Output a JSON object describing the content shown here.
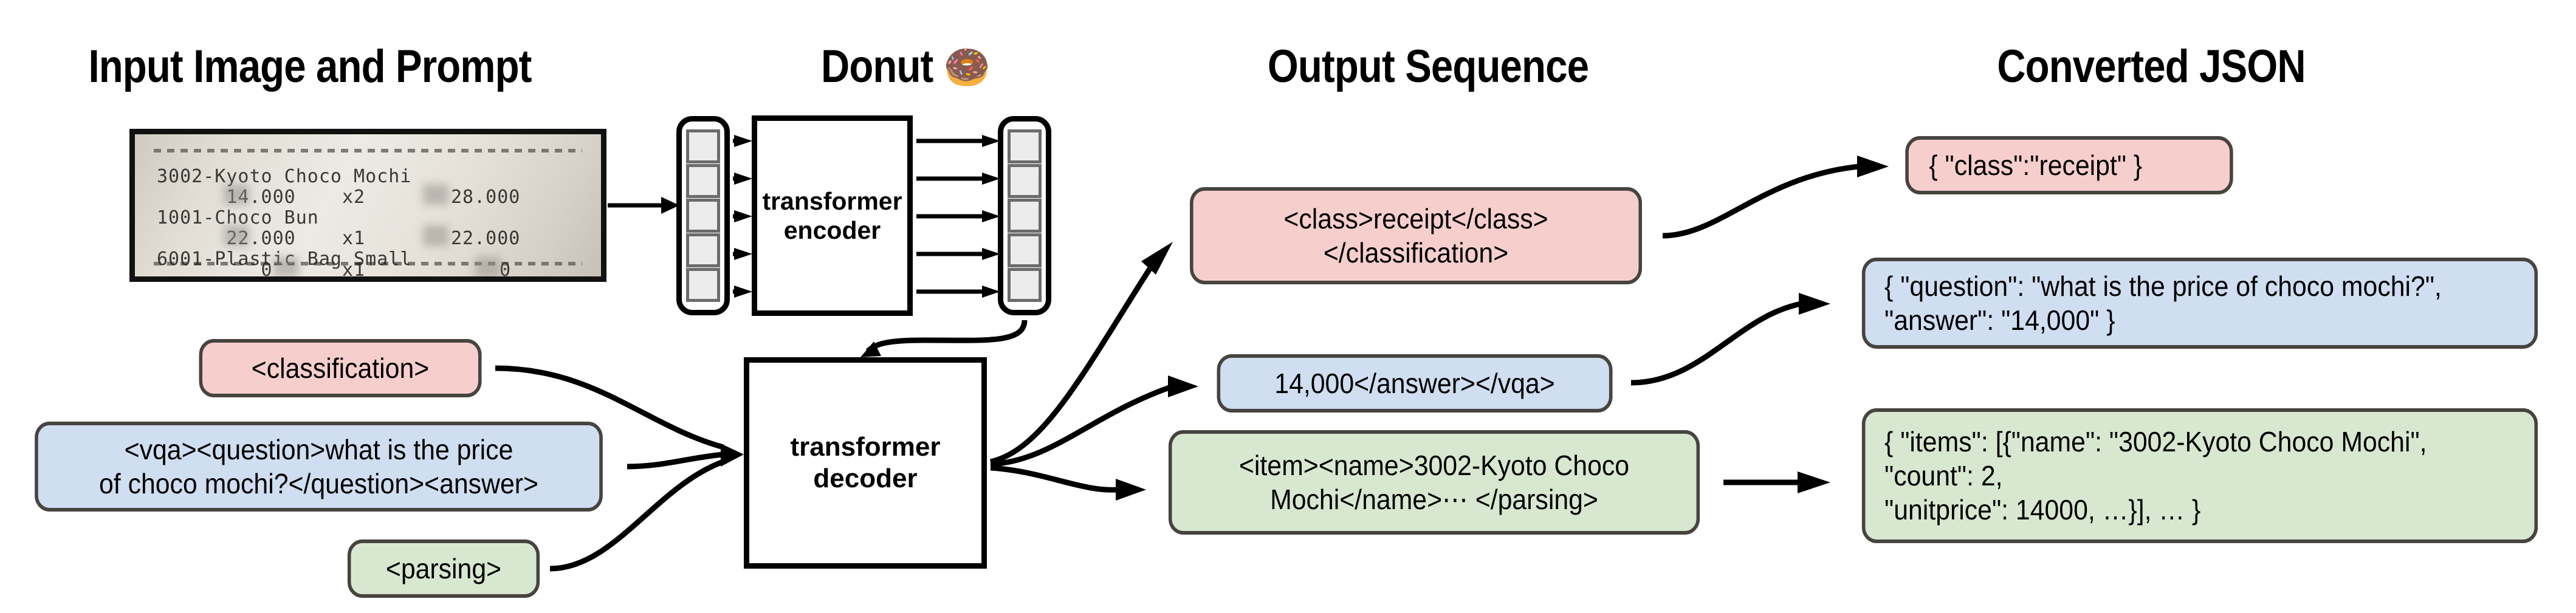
{
  "headers": {
    "input": "Input Image and Prompt",
    "model": "Donut",
    "model_emoji": "🍩",
    "output": "Output Sequence",
    "json": "Converted JSON"
  },
  "receipt": {
    "alt": "photo of a printed receipt",
    "lines": [
      "3002-Kyoto Choco Mochi",
      "      14.000    x2",
      "1001-Choco Bun",
      "      22.000    x1",
      "6001-Plastic Bag Small",
      "         0      x1"
    ],
    "amounts": [
      "28.000",
      "22.000",
      "0"
    ],
    "items": [
      {
        "name": "3002-Kyoto Choco Mochi",
        "unitprice": "14.000",
        "count": "x2",
        "total": "28.000"
      },
      {
        "name": "1001-Choco Bun",
        "unitprice": "22.000",
        "count": "x1",
        "total": "22.000"
      },
      {
        "name": "6001-Plastic Bag Small",
        "unitprice": "0",
        "count": "x1",
        "total": "0"
      }
    ]
  },
  "model": {
    "encoder_label": "transformer\nencoder",
    "decoder_label": "transformer\ndecoder",
    "token_count": 5
  },
  "prompts": [
    {
      "id": "classification",
      "text": "<classification>",
      "color": "#f6cfcd"
    },
    {
      "id": "vqa",
      "text": "<vqa><question>what is the price\nof choco mochi?</question><answer>",
      "color": "#cfdef0"
    },
    {
      "id": "parsing",
      "text": "<parsing>",
      "color": "#d8e8d0"
    }
  ],
  "outputs": [
    {
      "id": "classification-output",
      "text": "<class>receipt</class>\n</classification>",
      "color": "#f6cfcd"
    },
    {
      "id": "vqa-output",
      "text": "14,000</answer></vqa>",
      "color": "#cfdef0"
    },
    {
      "id": "parsing-output",
      "text": "<item><name>3002-Kyoto Choco\nMochi</name>⋯ </parsing>",
      "color": "#d8e8d0"
    }
  ],
  "json_results": [
    {
      "id": "class-json",
      "text": "{ \"class\":\"receipt\" }",
      "color": "#f6cfcd"
    },
    {
      "id": "vqa-json",
      "text": "{ \"question\": \"what is the price of choco mochi?\",\n   \"answer\": \"14,000\" }",
      "color": "#cfdef0"
    },
    {
      "id": "parsing-json",
      "text": "{ \"items\": [{\"name\": \"3002-Kyoto Choco Mochi\",\n     \"count\": 2,\n     \"unitprice\": 14000, …}], … }",
      "color": "#d8e8d0"
    }
  ],
  "colors": {
    "pink": "#f6cfcd",
    "blue": "#cfdef0",
    "green": "#d8e8d0",
    "node_border": "#474440",
    "stroke": "#000000",
    "token_fill": "#ececec",
    "token_border": "#6c6c6c"
  }
}
